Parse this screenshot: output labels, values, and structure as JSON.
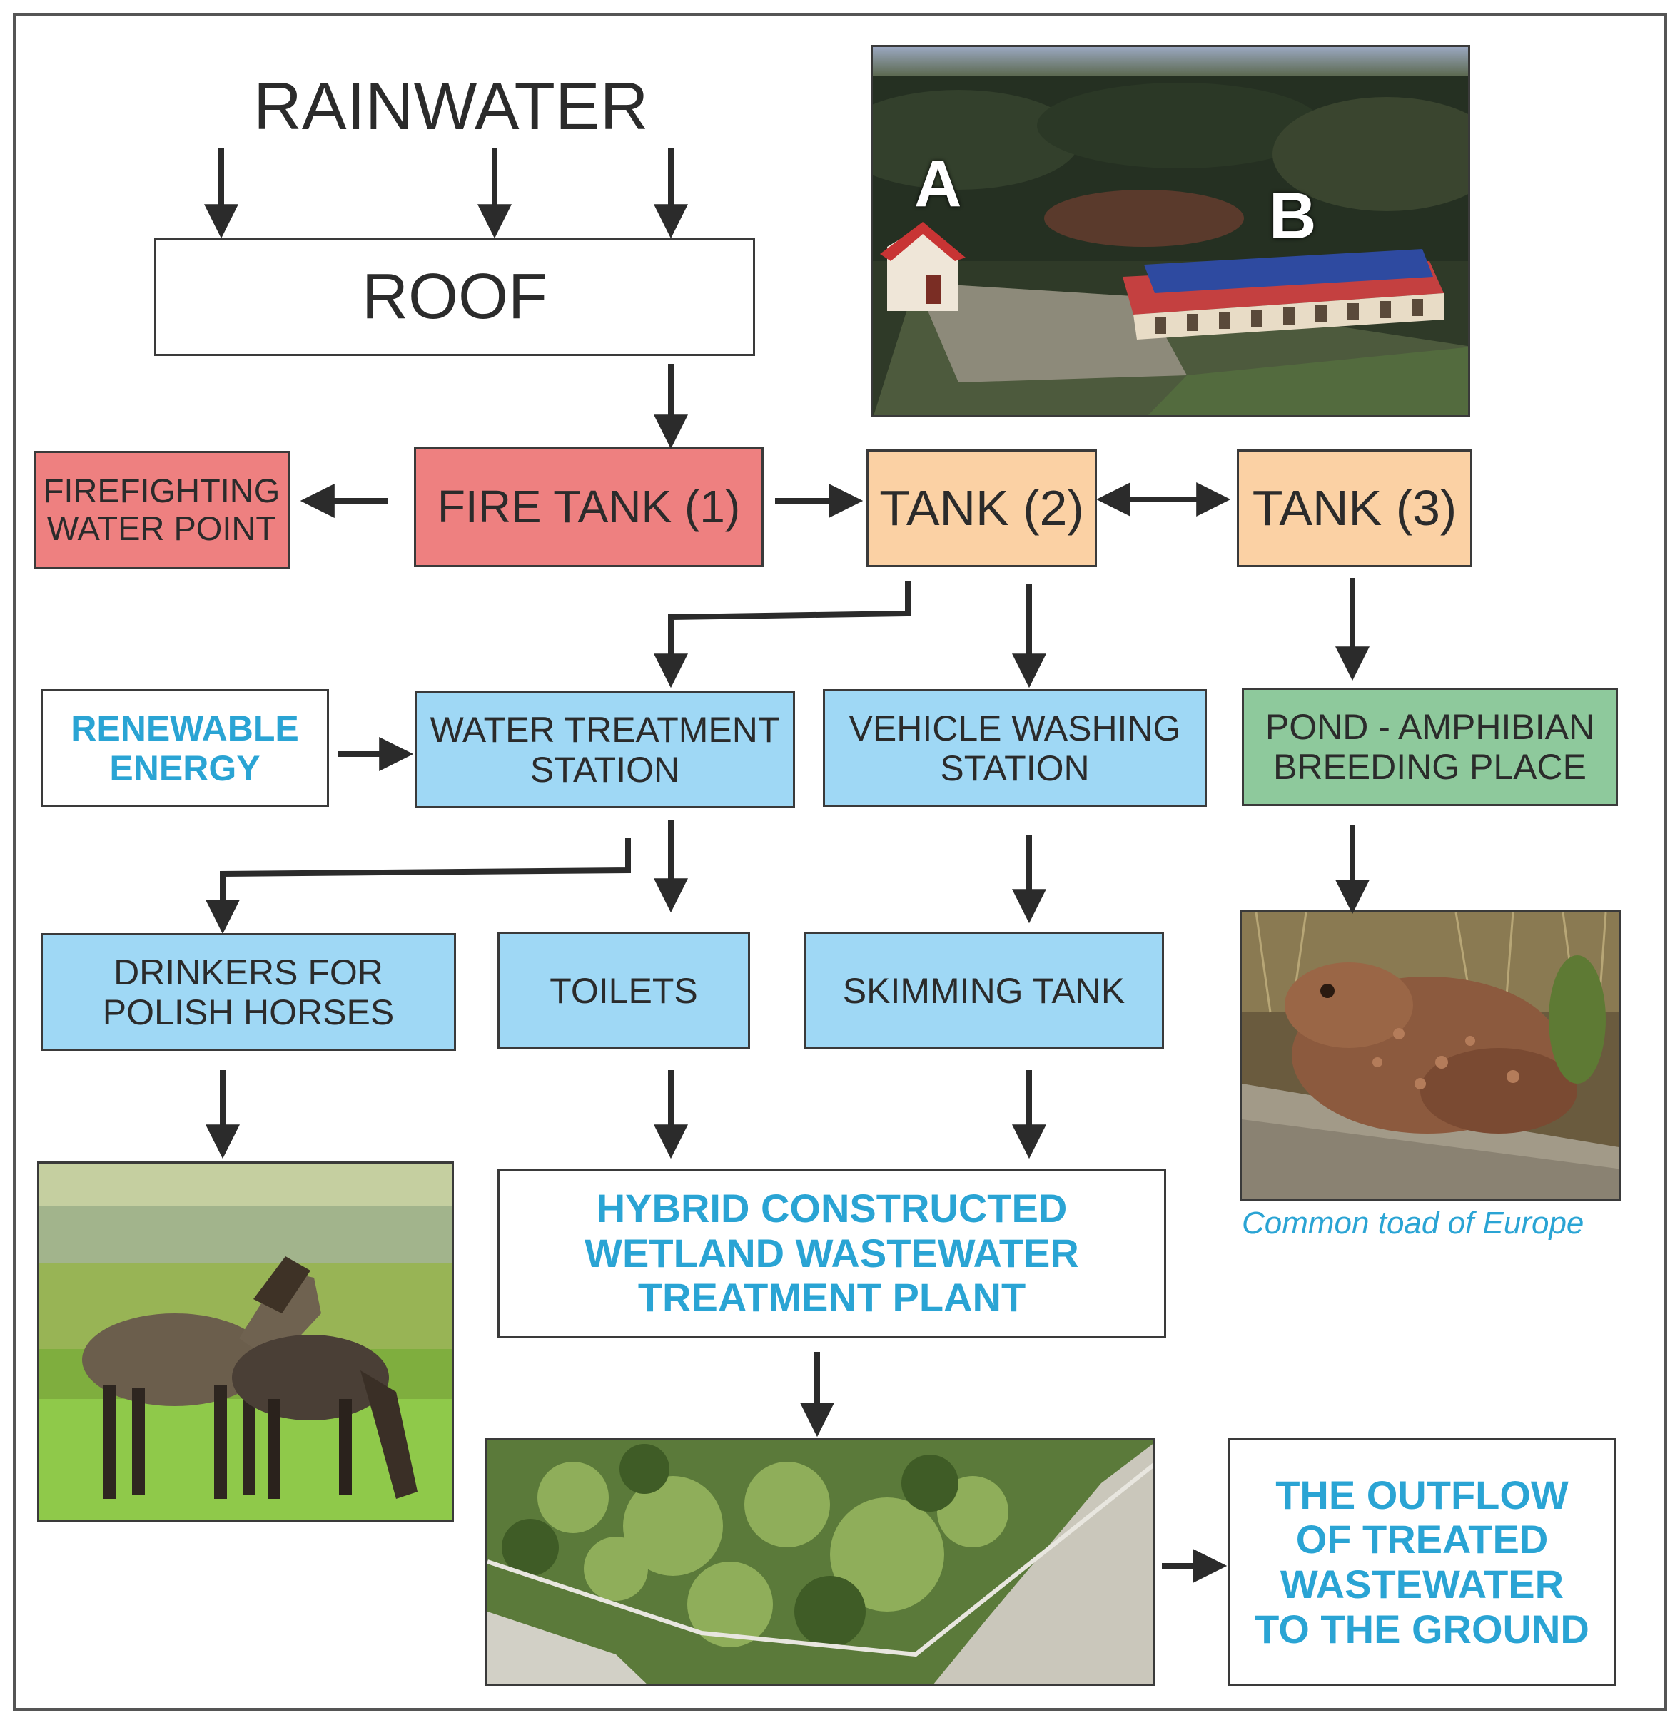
{
  "title": "RAINWATER",
  "boxes": {
    "roof": "ROOF",
    "firefighting": [
      "FIREFIGHTING",
      "WATER POINT"
    ],
    "fire_tank": "FIRE TANK (1)",
    "tank2": "TANK (2)",
    "tank3": "TANK (3)",
    "renewable": [
      "RENEWABLE",
      "ENERGY"
    ],
    "water_treatment": [
      "WATER TREATMENT",
      "STATION"
    ],
    "vehicle_washing": [
      "VEHICLE  WASHING",
      "STATION"
    ],
    "pond": [
      "POND - AMPHIBIAN",
      "BREEDING PLACE"
    ],
    "drinkers": [
      "DRINKERS FOR",
      "POLISH HORSES"
    ],
    "toilets": "TOILETS",
    "skimming": "SKIMMING TANK",
    "hybrid": [
      "HYBRID CONSTRUCTED",
      "WETLAND WASTEWATER",
      "TREATMENT PLANT"
    ],
    "outflow": [
      "THE OUTFLOW",
      "OF  TREATED",
      "WASTEWATER",
      "TO THE  GROUND"
    ]
  },
  "photo_labels": {
    "a": "A",
    "b": "B"
  },
  "toad_caption": "Common  toad of Europe",
  "colors": {
    "red_box": "#ee8080",
    "orange_box": "#fbd1a4",
    "blue_box": "#9fd8f5",
    "green_box": "#8ec99c",
    "cyan_text": "#2aa4d4",
    "arrow": "#2b2b2b"
  }
}
